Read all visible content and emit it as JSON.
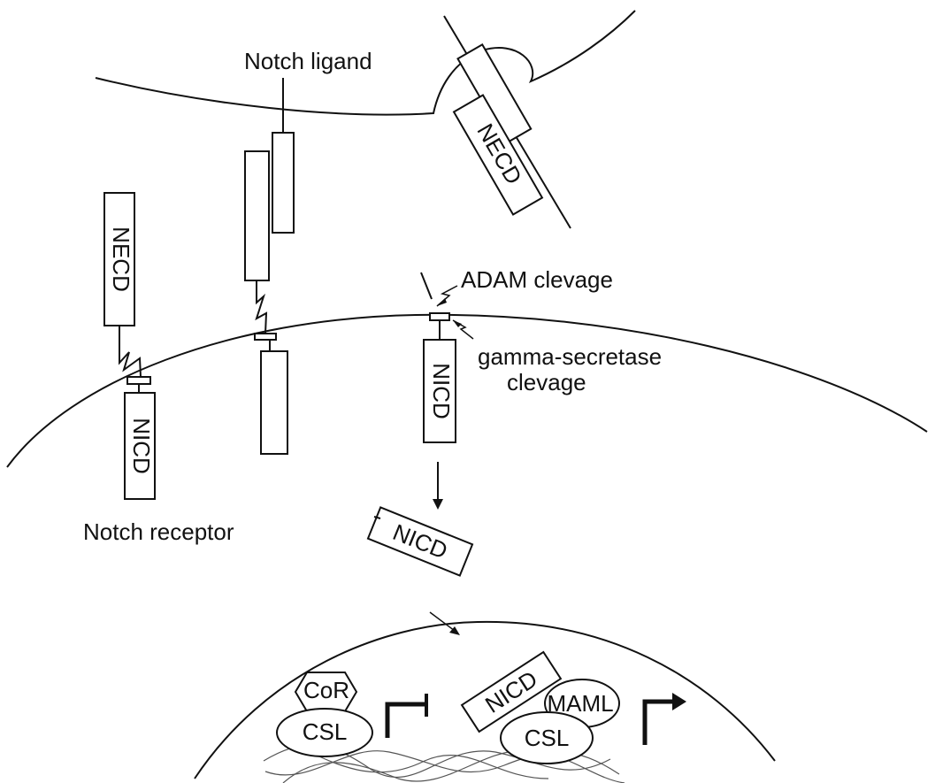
{
  "labels": {
    "notch_ligand": "Notch ligand",
    "adam_cleavage": "ADAM clevage",
    "gamma_line1": "gamma-secretase",
    "gamma_line2": "clevage",
    "notch_receptor": "Notch receptor"
  },
  "domains": {
    "necd": "NECD",
    "nicd": "NICD",
    "cor": "CoR",
    "csl": "CSL",
    "maml": "MAML"
  }
}
